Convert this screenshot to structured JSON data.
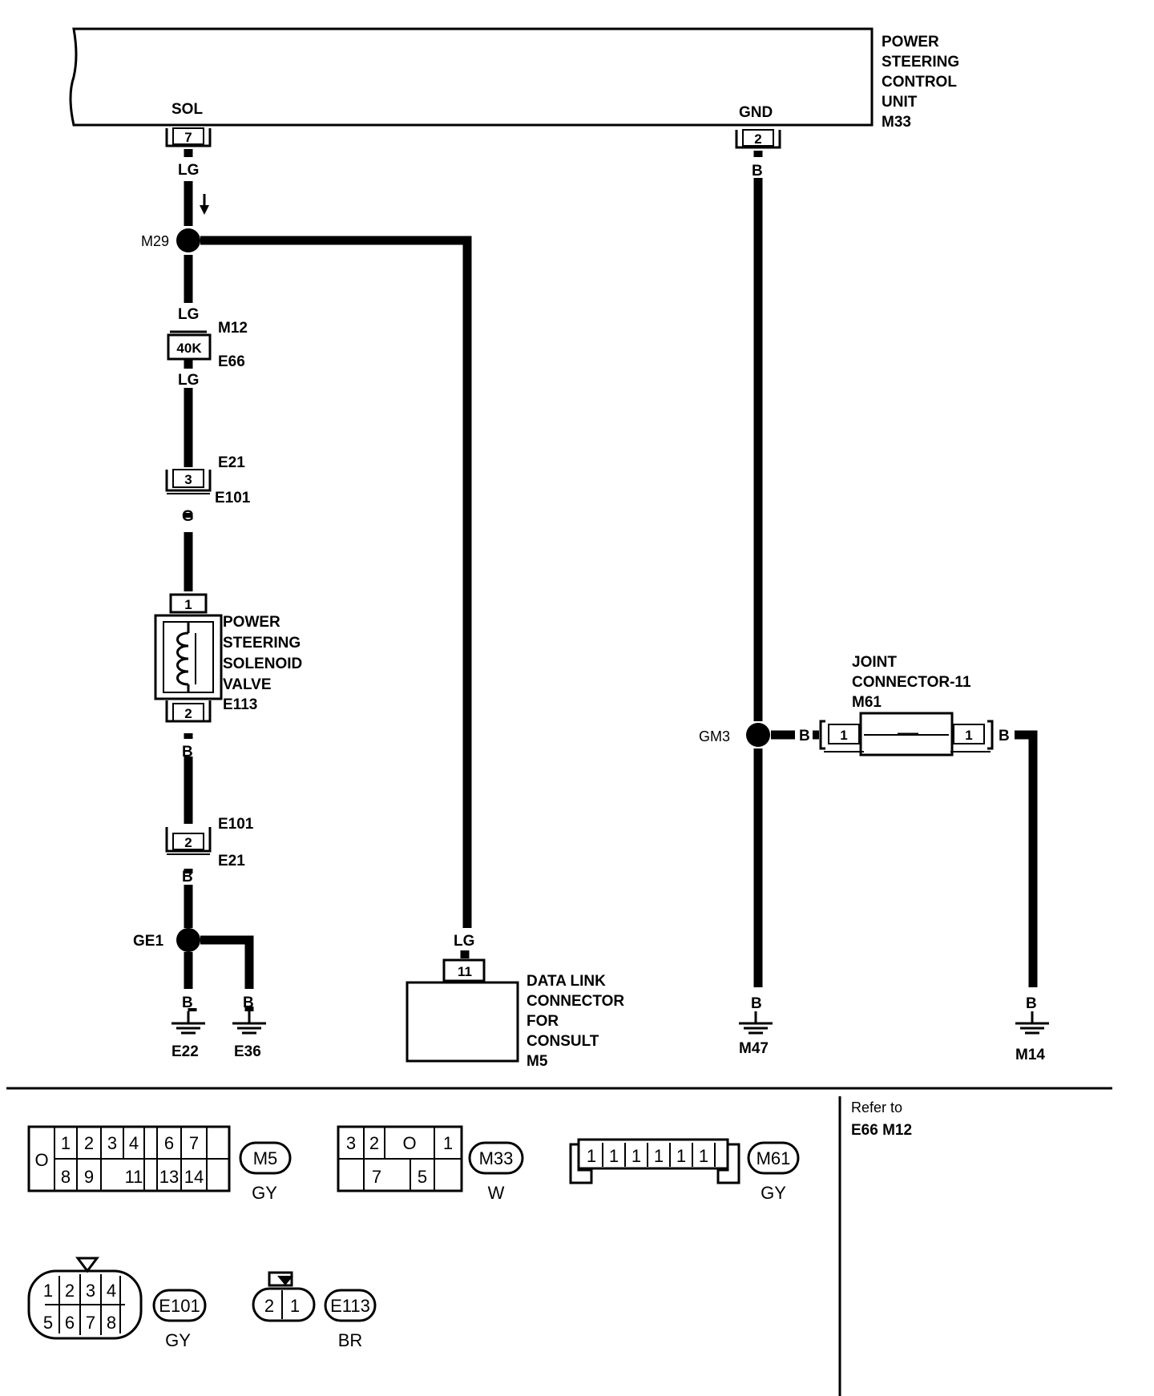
{
  "control_unit": {
    "name_lines": [
      "POWER",
      "STEERING",
      "CONTROL",
      "UNIT",
      "M33"
    ],
    "sol_label": "SOL",
    "sol_pin": "7",
    "gnd_label": "GND",
    "gnd_pin": "2"
  },
  "left_branch": {
    "wire_lg_1": "LG",
    "splice": "M29",
    "wire_lg_2": "LG",
    "inline1_top": "M12",
    "inline1_value": "40K",
    "inline1_bottom": "E66",
    "wire_lg_3": "LG",
    "inline2_top": "E21",
    "inline2_pin": "3",
    "inline2_bottom": "E101",
    "wire_g": "G",
    "solenoid_pin_top": "1",
    "solenoid_lines": [
      "POWER",
      "STEERING",
      "SOLENOID",
      "VALVE",
      "E113"
    ],
    "solenoid_pin_bottom": "2",
    "wire_b_1": "B",
    "inline3_top": "E101",
    "inline3_pin": "2",
    "inline3_bottom": "E21",
    "wire_b_2": "B",
    "splice2": "GE1",
    "wire_b_3": "B",
    "wire_b_4": "B",
    "ground1": "E22",
    "ground2": "E36"
  },
  "data_link": {
    "wire": "LG",
    "pin": "11",
    "name_lines": [
      "DATA LINK",
      "CONNECTOR",
      "FOR",
      "CONSULT",
      "M5"
    ]
  },
  "right_branch": {
    "wire_b_top": "B",
    "splice": "GM3",
    "joint_lines": [
      "JOINT",
      "CONNECTOR-11",
      "M61"
    ],
    "joint_wire_left": "B",
    "joint_pin_left": "1",
    "joint_pin_right": "1",
    "joint_wire_right": "B",
    "wire_b_m47": "B",
    "ground_m47": "M47",
    "wire_b_m14": "B",
    "ground_m14": "M14"
  },
  "refer": {
    "line1": "Refer to",
    "line2": "E66 M12"
  },
  "connector_faces": {
    "m5": {
      "id": "M5",
      "color": "GY",
      "latch": "O",
      "top": [
        "1",
        "2",
        "3",
        "4",
        "",
        "6",
        "7"
      ],
      "bottom": [
        "8",
        "9",
        "",
        "11",
        "",
        "13",
        "14"
      ]
    },
    "m33": {
      "id": "M33",
      "color": "W",
      "top": [
        "3",
        "2",
        "O",
        "1"
      ],
      "bottom": [
        "",
        "7",
        "5",
        ""
      ]
    },
    "m61": {
      "id": "M61",
      "color": "GY",
      "pins": [
        "1",
        "1",
        "1",
        "1",
        "1",
        "1"
      ]
    },
    "e101": {
      "id": "E101",
      "color": "GY",
      "top": [
        "1",
        "2",
        "3",
        "4"
      ],
      "bottom": [
        "5",
        "6",
        "7",
        "8"
      ]
    },
    "e113": {
      "id": "E113",
      "color": "BR",
      "pins": [
        "2",
        "1"
      ]
    }
  }
}
